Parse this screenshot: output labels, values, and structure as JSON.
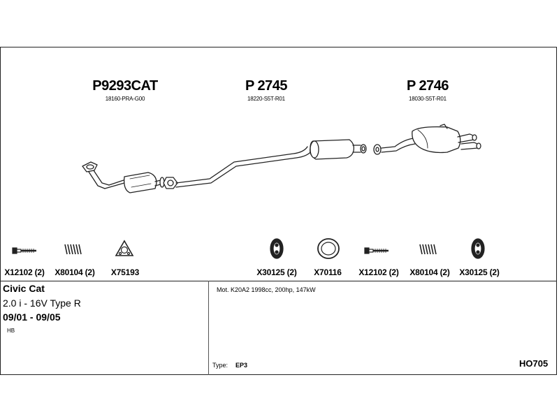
{
  "parts": [
    {
      "number": "P9293CAT",
      "oem": "18160-PRA-G00"
    },
    {
      "number": "P 2745",
      "oem": "18220-S5T-R01"
    },
    {
      "number": "P 2746",
      "oem": "18030-S5T-R01"
    }
  ],
  "accessories": [
    {
      "label": "X12102 (2)",
      "icon": "bolt-icon"
    },
    {
      "label": "X80104 (2)",
      "icon": "spring-icon"
    },
    {
      "label": "X75193",
      "icon": "gasket-icon"
    },
    {
      "label": "X30125 (2)",
      "icon": "rubber-mount-icon"
    },
    {
      "label": "X70116",
      "icon": "ring-gasket-icon"
    },
    {
      "label": "X12102 (2)",
      "icon": "bolt-icon"
    },
    {
      "label": "X80104 (2)",
      "icon": "spring-icon"
    },
    {
      "label": "X30125 (2)",
      "icon": "rubber-mount-icon"
    }
  ],
  "vehicle": {
    "model": "Civic Cat",
    "engine": "2.0 i - 16V Type R",
    "years": "09/01 - 09/05",
    "body": "HB"
  },
  "details": {
    "motor": "Mot. K20A2 1998cc, 200hp, 147kW",
    "type_label": "Type:",
    "type_value": "EP3",
    "diagram_code": "HO705"
  }
}
